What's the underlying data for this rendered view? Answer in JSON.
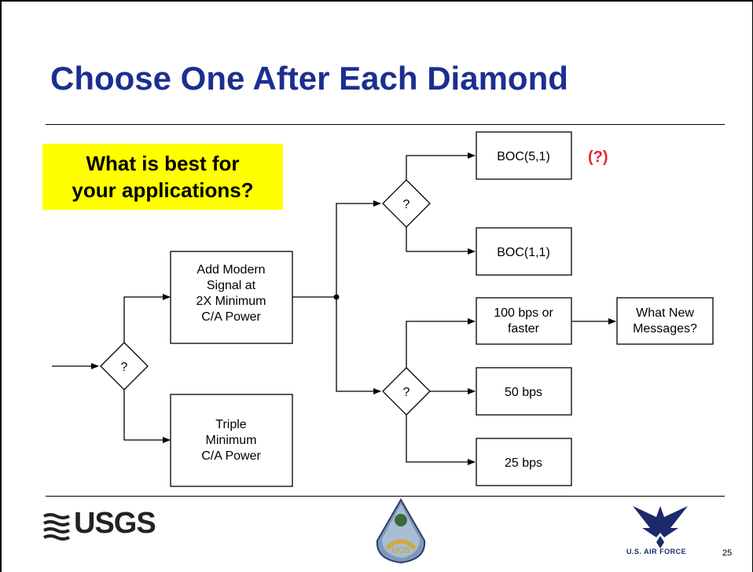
{
  "title": "Choose One After Each Diamond",
  "callout": {
    "line1": "What is best for",
    "line2": "your applications?"
  },
  "nodes": {
    "decision_root": "?",
    "decision_upper": "?",
    "decision_lower": "?",
    "add_modern": [
      "Add Modern",
      "Signal at",
      "2X Minimum",
      "C/A Power"
    ],
    "triple_min": [
      "Triple",
      "Minimum",
      "C/A Power"
    ],
    "boc51": "BOC(5,1)",
    "boc11": "BOC(1,1)",
    "bps100": [
      "100 bps or",
      "faster"
    ],
    "bps50": "50 bps",
    "bps25": "25 bps",
    "new_messages": [
      "What New",
      "Messages?"
    ]
  },
  "boc51_flag": "(?)",
  "footer": {
    "usgs_label": "USGS",
    "airforce_label": "U.S. AIR FORCE",
    "page_number": "25"
  },
  "colors": {
    "title": "#1c2f8f",
    "callout_bg": "#ffff00",
    "flag": "#e8242d"
  }
}
